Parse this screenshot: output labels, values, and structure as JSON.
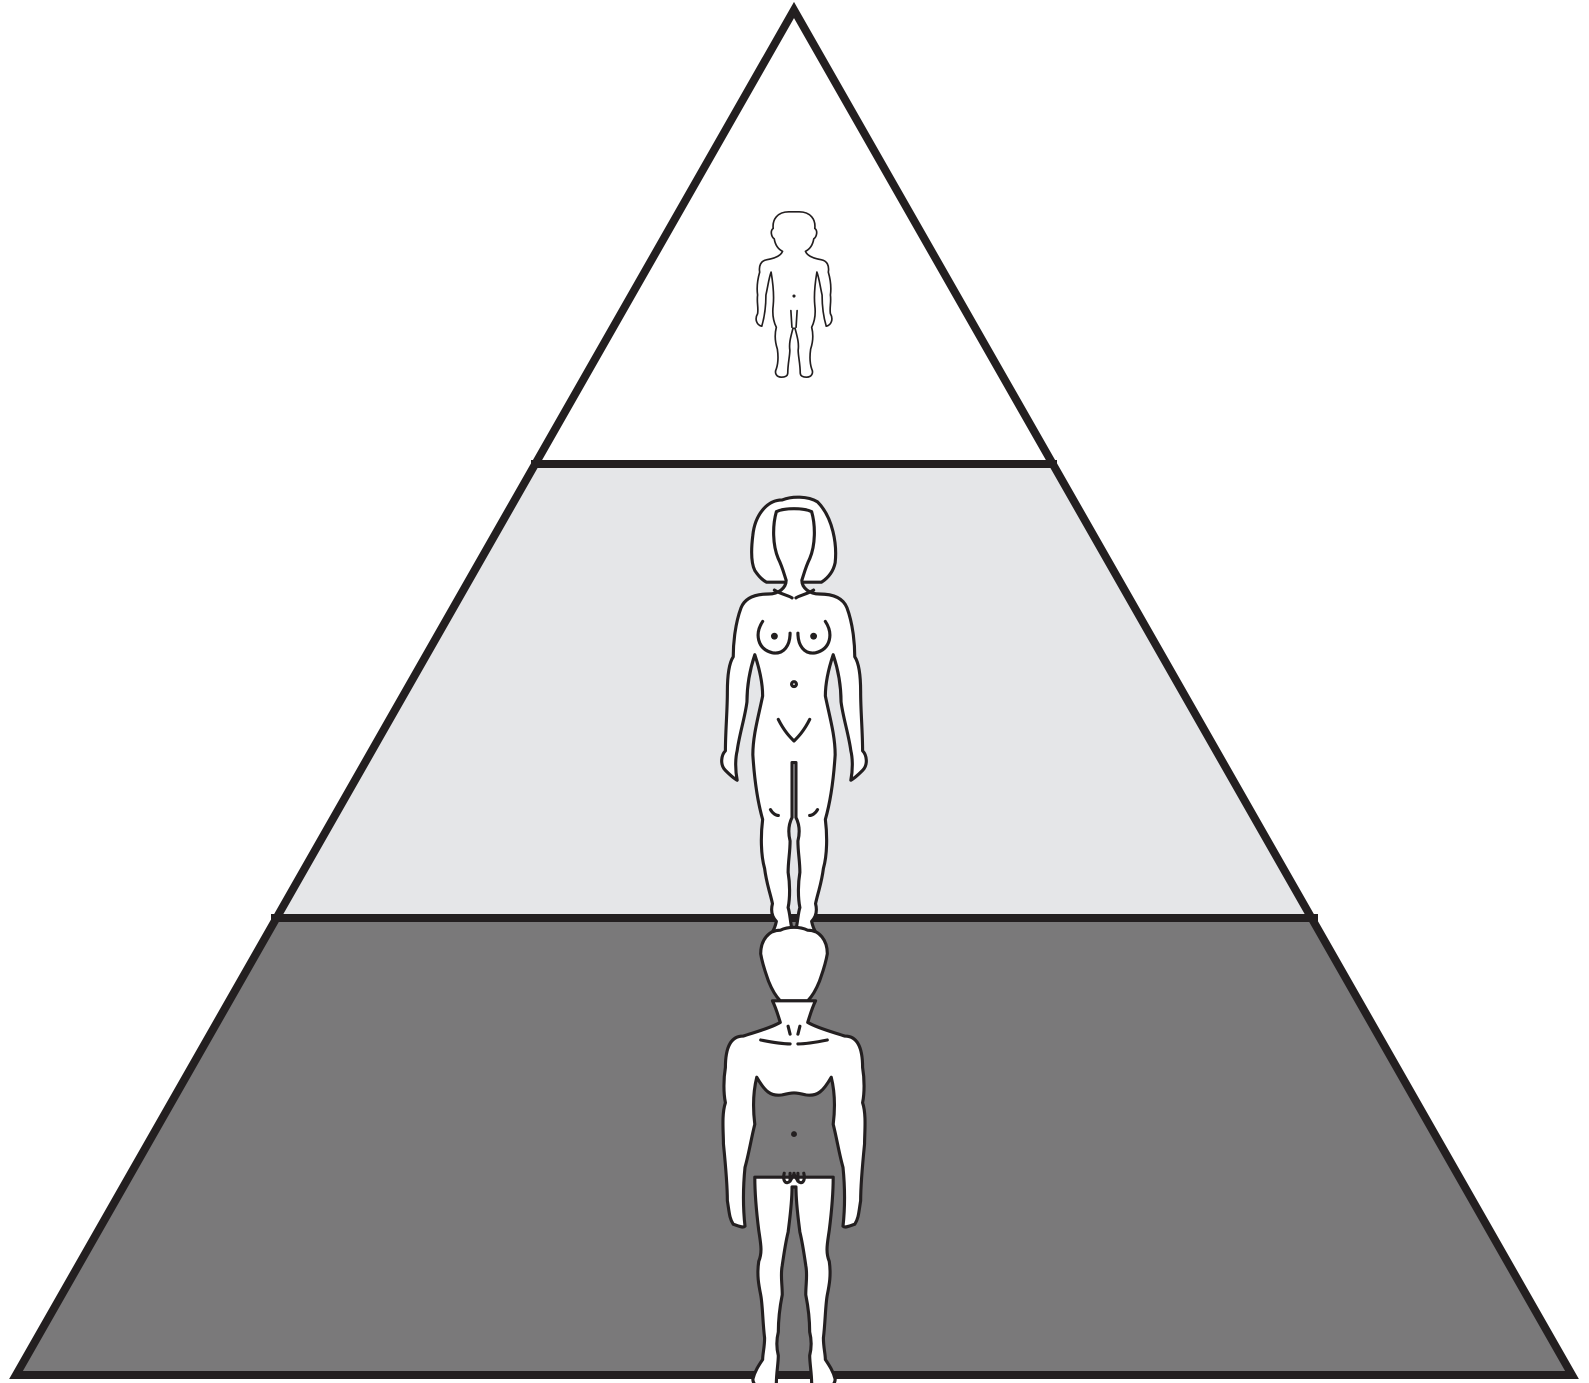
{
  "diagram": {
    "type": "pyramid",
    "tiers": [
      {
        "name": "top-tier",
        "fill": "#ffffff",
        "figure": "child-figure-icon"
      },
      {
        "name": "middle-tier",
        "fill": "#e5e6e8",
        "figure": "woman-figure-icon"
      },
      {
        "name": "bottom-tier",
        "fill": "#7a797a",
        "figure": "man-figure-icon"
      }
    ],
    "outline_color": "#231f20"
  }
}
